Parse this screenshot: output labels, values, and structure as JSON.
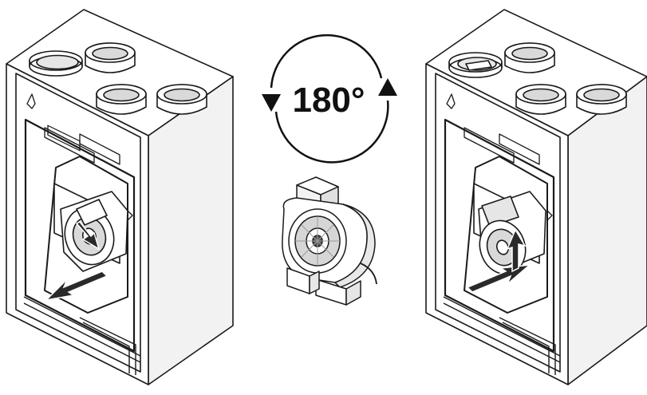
{
  "figure": {
    "rotation_label": "180°",
    "colors": {
      "line": "#1a1a1a",
      "fill": "#ffffff",
      "shade": "#e6e6e6",
      "dark": "#2a2a2a"
    },
    "panels": [
      {
        "name": "unit-before",
        "arrows": [
          "air-outlet-arrow",
          "fan-rotation-arrow"
        ]
      },
      {
        "name": "unit-after",
        "arrows": [
          "air-outlet-arrow",
          "fan-rotation-arrow"
        ]
      }
    ],
    "component": "fan-blower-unit"
  }
}
